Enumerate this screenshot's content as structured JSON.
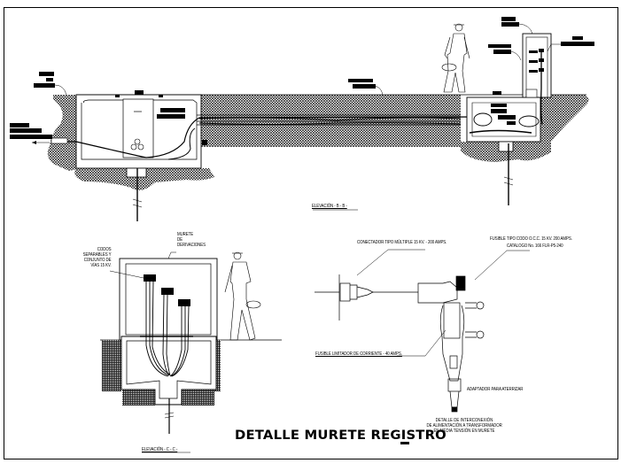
{
  "drawing": {
    "title": "DETALLE MURETE REGISTRO",
    "views": {
      "elevation_b": {
        "label": "ELEVACIÓN - B - B -"
      },
      "elevation_c": {
        "label": "ELEVACIÓN - C - C -"
      },
      "interconnection": {
        "caption_lines": [
          "DETALLE DE INTERCONEXIÓN",
          "DE ALIMENTACIÓN A TRANSFORMADOR",
          "EN MEDIA TENSIÓN EN MURETE"
        ]
      }
    },
    "labels": {
      "murete": [
        "MURETE",
        "DE",
        "DERIVACIONES"
      ],
      "codos": [
        "CODOS",
        "SEPARABLES Y",
        "CONJUNTO DE",
        "VÍAS 15 KV."
      ],
      "conectador": "CONECTADOR TIPO MÚLTIPLE 15 KV. - 200 AMPS.",
      "fusible_codo": [
        "FUSIBLE TIPO CODO O.C.C. 15 KV. 200 AMPS.",
        "CATALOGO No. 166 FLR-P5-240"
      ],
      "fusible_limitador": "FUSIBLE LIMITADOR DE CORRIENTE - 40 AMPS.",
      "adaptador": "ADAPTADOR PARA ATERRIZAR"
    },
    "colors": {
      "line": "#000000",
      "background": "#ffffff"
    }
  }
}
